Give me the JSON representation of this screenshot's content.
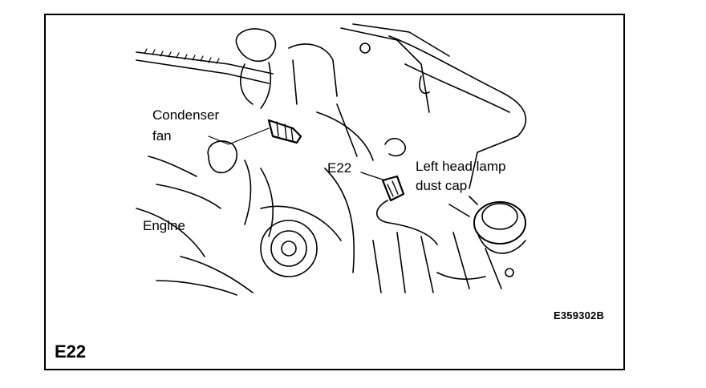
{
  "diagram": {
    "labels": {
      "condenser_fan_line1": "Condenser",
      "condenser_fan_line2": "fan",
      "connector_callout": "E22",
      "head_lamp_line1": "Left head lamp",
      "head_lamp_line2": "dust cap",
      "engine": "Engine"
    },
    "doc_code": "E359302B",
    "connector_title": "E22"
  }
}
